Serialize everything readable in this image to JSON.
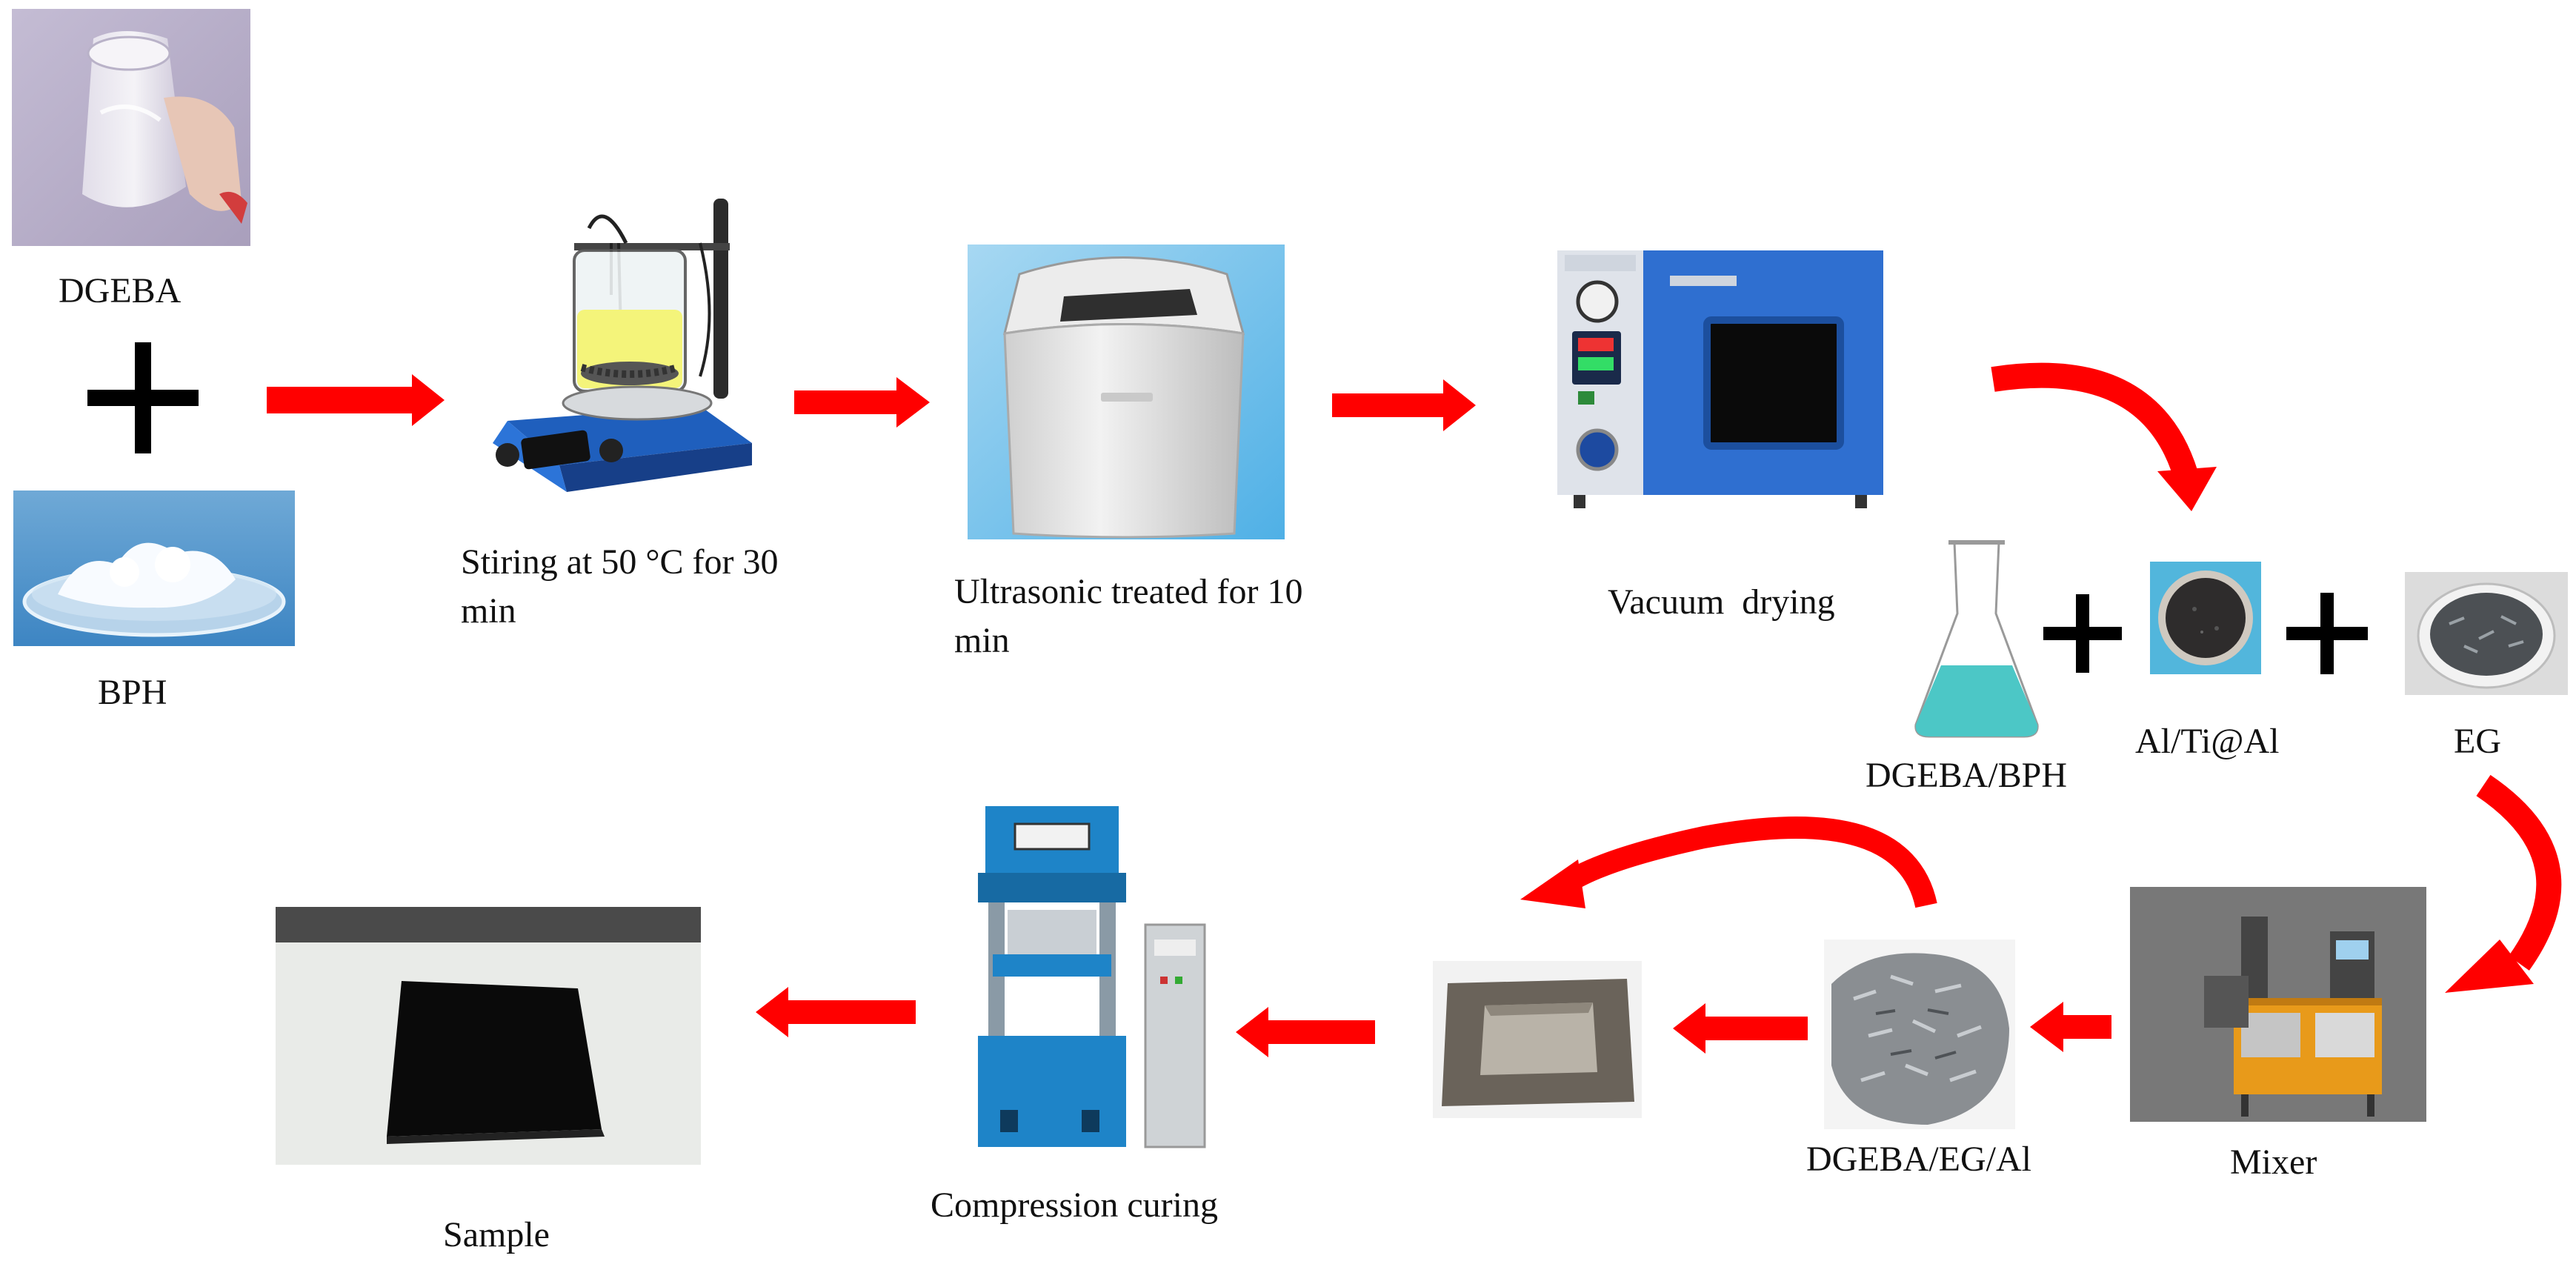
{
  "labels": {
    "dgeba": "DGEBA",
    "bph": "BPH",
    "stirring": "Stiring at 50 °C for 30 min",
    "ultrasonic": "Ultrasonic treated for 10 min",
    "vacuum": "Vacuum  drying",
    "dgeba_bph": "DGEBA/BPH",
    "al_ti_al": "Al/Ti@Al",
    "eg": "EG",
    "mixer": "Mixer",
    "dgeba_eg_al": "DGEBA/EG/Al",
    "compression": "Compression curing",
    "sample": "Sample"
  },
  "colors": {
    "arrow": "#ff0000",
    "plus": "#000000",
    "oven": "#2f6fd0",
    "press": "#1e84c8",
    "mixer": "#e89a1a",
    "flask_liquid": "#4cc7c6"
  }
}
